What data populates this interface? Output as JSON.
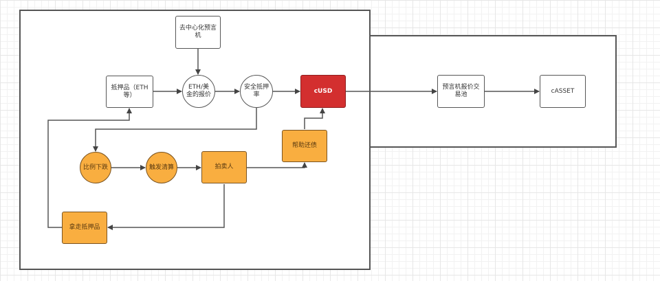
{
  "diagram": {
    "colors": {
      "accent_red": "#d32f2f",
      "accent_orange": "#f9ae40",
      "stroke": "#555555",
      "background": "#ffffff"
    },
    "nodes": {
      "oracle": {
        "label": "去中心化预言机",
        "shape": "rectangle"
      },
      "collateral": {
        "label": "抵押品（ETH等）",
        "shape": "rectangle"
      },
      "eth_price": {
        "label": "ETH/美金的报价",
        "shape": "circle"
      },
      "safe_ratio": {
        "label": "安全抵押率",
        "shape": "circle"
      },
      "cusd": {
        "label": "cUSD",
        "shape": "rectangle",
        "color": "#d32f2f"
      },
      "oracle_pool": {
        "label": "预言机报价交易池",
        "shape": "rectangle"
      },
      "casset": {
        "label": "cASSET",
        "shape": "rectangle"
      },
      "ratio_drop": {
        "label": "比例下跌",
        "shape": "circle",
        "color": "#f9ae40"
      },
      "trigger_liquidation": {
        "label": "触发清算",
        "shape": "circle",
        "color": "#f9ae40"
      },
      "auctioneer": {
        "label": "拍卖人",
        "shape": "rectangle",
        "color": "#f9ae40"
      },
      "help_repay": {
        "label": "帮助还债",
        "shape": "rectangle",
        "color": "#f9ae40"
      },
      "take_collateral": {
        "label": "拿走抵押品",
        "shape": "rectangle",
        "color": "#f9ae40"
      }
    },
    "edges": [
      {
        "from": "oracle",
        "to": "eth_price"
      },
      {
        "from": "collateral",
        "to": "eth_price"
      },
      {
        "from": "eth_price",
        "to": "safe_ratio"
      },
      {
        "from": "safe_ratio",
        "to": "cusd"
      },
      {
        "from": "cusd",
        "to": "oracle_pool"
      },
      {
        "from": "oracle_pool",
        "to": "casset"
      },
      {
        "from": "safe_ratio",
        "to": "ratio_drop"
      },
      {
        "from": "ratio_drop",
        "to": "trigger_liquidation"
      },
      {
        "from": "trigger_liquidation",
        "to": "auctioneer"
      },
      {
        "from": "auctioneer",
        "to": "help_repay"
      },
      {
        "from": "help_repay",
        "to": "cusd"
      },
      {
        "from": "auctioneer",
        "to": "take_collateral"
      },
      {
        "from": "take_collateral",
        "to": "collateral"
      }
    ]
  }
}
